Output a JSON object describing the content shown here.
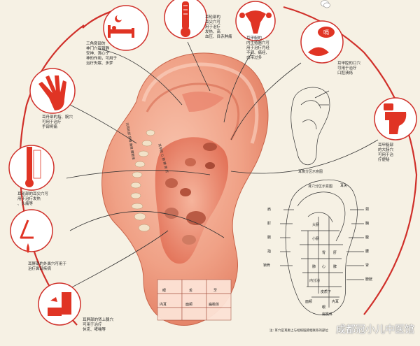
{
  "figure": {
    "captions": {
      "sleep": "三角窝部的\n神门穴有镇静\n安神、清心宁\n神的作用，可用于\n治疗失眠、多梦",
      "fever": "耳轮部的\n耳尖穴可\n用于治疗\n发热、高\n血压、目赤肿痛",
      "gyn": "耳甲艇的\n内生殖器穴可\n用于治疗月经\n不调、痛经、\n白带过多",
      "mouth": "耳甲腔的口穴\n可用于治疗\n口腔溃疡",
      "toilet": "耳甲艇部\n的大肠穴\n可用于治\n疗便秘",
      "hand": "耳舟部的指、腕穴\n可用于治疗\n手部疼痛",
      "thermo": "耳轮部的耳尖穴可\n用于治疗发热\n、头痛等",
      "nose": "耳屏部的外鼻穴可用于\n治疗鼻部疾病",
      "sick": "耳屏部的肾上腺穴\n可用于治疗\n休克、哮喘等"
    },
    "spine_label": "对耳轮部 颈椎 胸椎 腰骶椎",
    "inner_label": "耳甲腔 心 肺 脾 胃 肝",
    "chart1_title": "耳廓分区示意图",
    "chart2_title": "耳穴分区示意图",
    "map_features": [
      "肩",
      "肘",
      "腕",
      "指",
      "锁骨",
      "颈",
      "胸",
      "腹",
      "腰",
      "肾",
      "膀胱",
      "大肠",
      "小肠",
      "胃",
      "肝",
      "脾",
      "心",
      "肺",
      "内分泌",
      "皮质下",
      "耳尖",
      "面颊",
      "眼",
      "内耳",
      "扁桃体"
    ],
    "lobe_labels": [
      "眼",
      "舌",
      "牙",
      "内耳",
      "面颊",
      "扁桃体"
    ],
    "bottom_note": "注: 耳穴是耳廓上与经络脏腑相联系的部位",
    "watermark": "成都冠小儿中医馆",
    "colors": {
      "arc": "#d0302a",
      "skin": "#f1a084",
      "inner": "#e8735c",
      "bg": "#f6f1e4",
      "icon": "#e03424"
    }
  }
}
